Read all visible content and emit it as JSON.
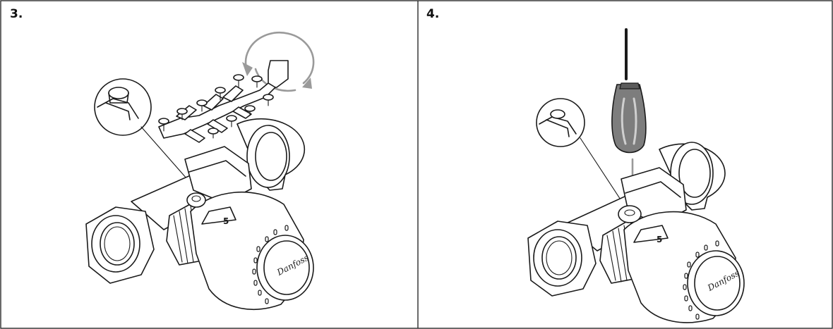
{
  "panels": [
    {
      "label": "3."
    },
    {
      "label": "4."
    }
  ],
  "knob_scale_number": "5",
  "logo_text": "Danfoss",
  "colors": {
    "line": "#1a1a1a",
    "arrow": "#9a9a9a",
    "screwdriver": "#7d7d7d",
    "border": "#2a2a2a"
  }
}
